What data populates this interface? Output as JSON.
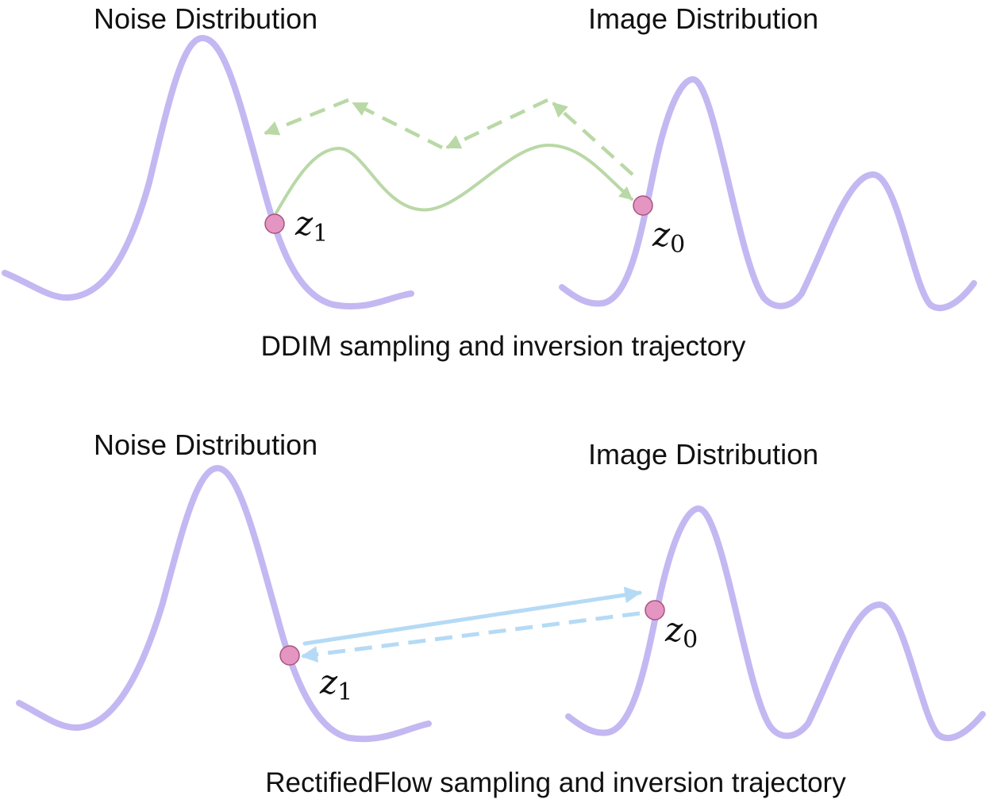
{
  "panels": {
    "ddim": {
      "noise_title": "Noise Distribution",
      "image_title": "Image Distribution",
      "caption": "DDIM sampling and inversion trajectory",
      "z1_symbol": "z",
      "z1_sub": "1",
      "z0_symbol": "z",
      "z0_sub": "0"
    },
    "rectified": {
      "noise_title": "Noise Distribution",
      "image_title": "Image Distribution",
      "caption": "RectifiedFlow sampling and inversion trajectory",
      "z1_symbol": "z",
      "z1_sub": "1",
      "z0_symbol": "z",
      "z0_sub": "0"
    }
  },
  "colors": {
    "distribution_curve": "#c4b8f2",
    "ddim_trajectory": "#b9d8a6",
    "rectified_trajectory": "#b5daf5",
    "point_fill": "#e495c2"
  }
}
